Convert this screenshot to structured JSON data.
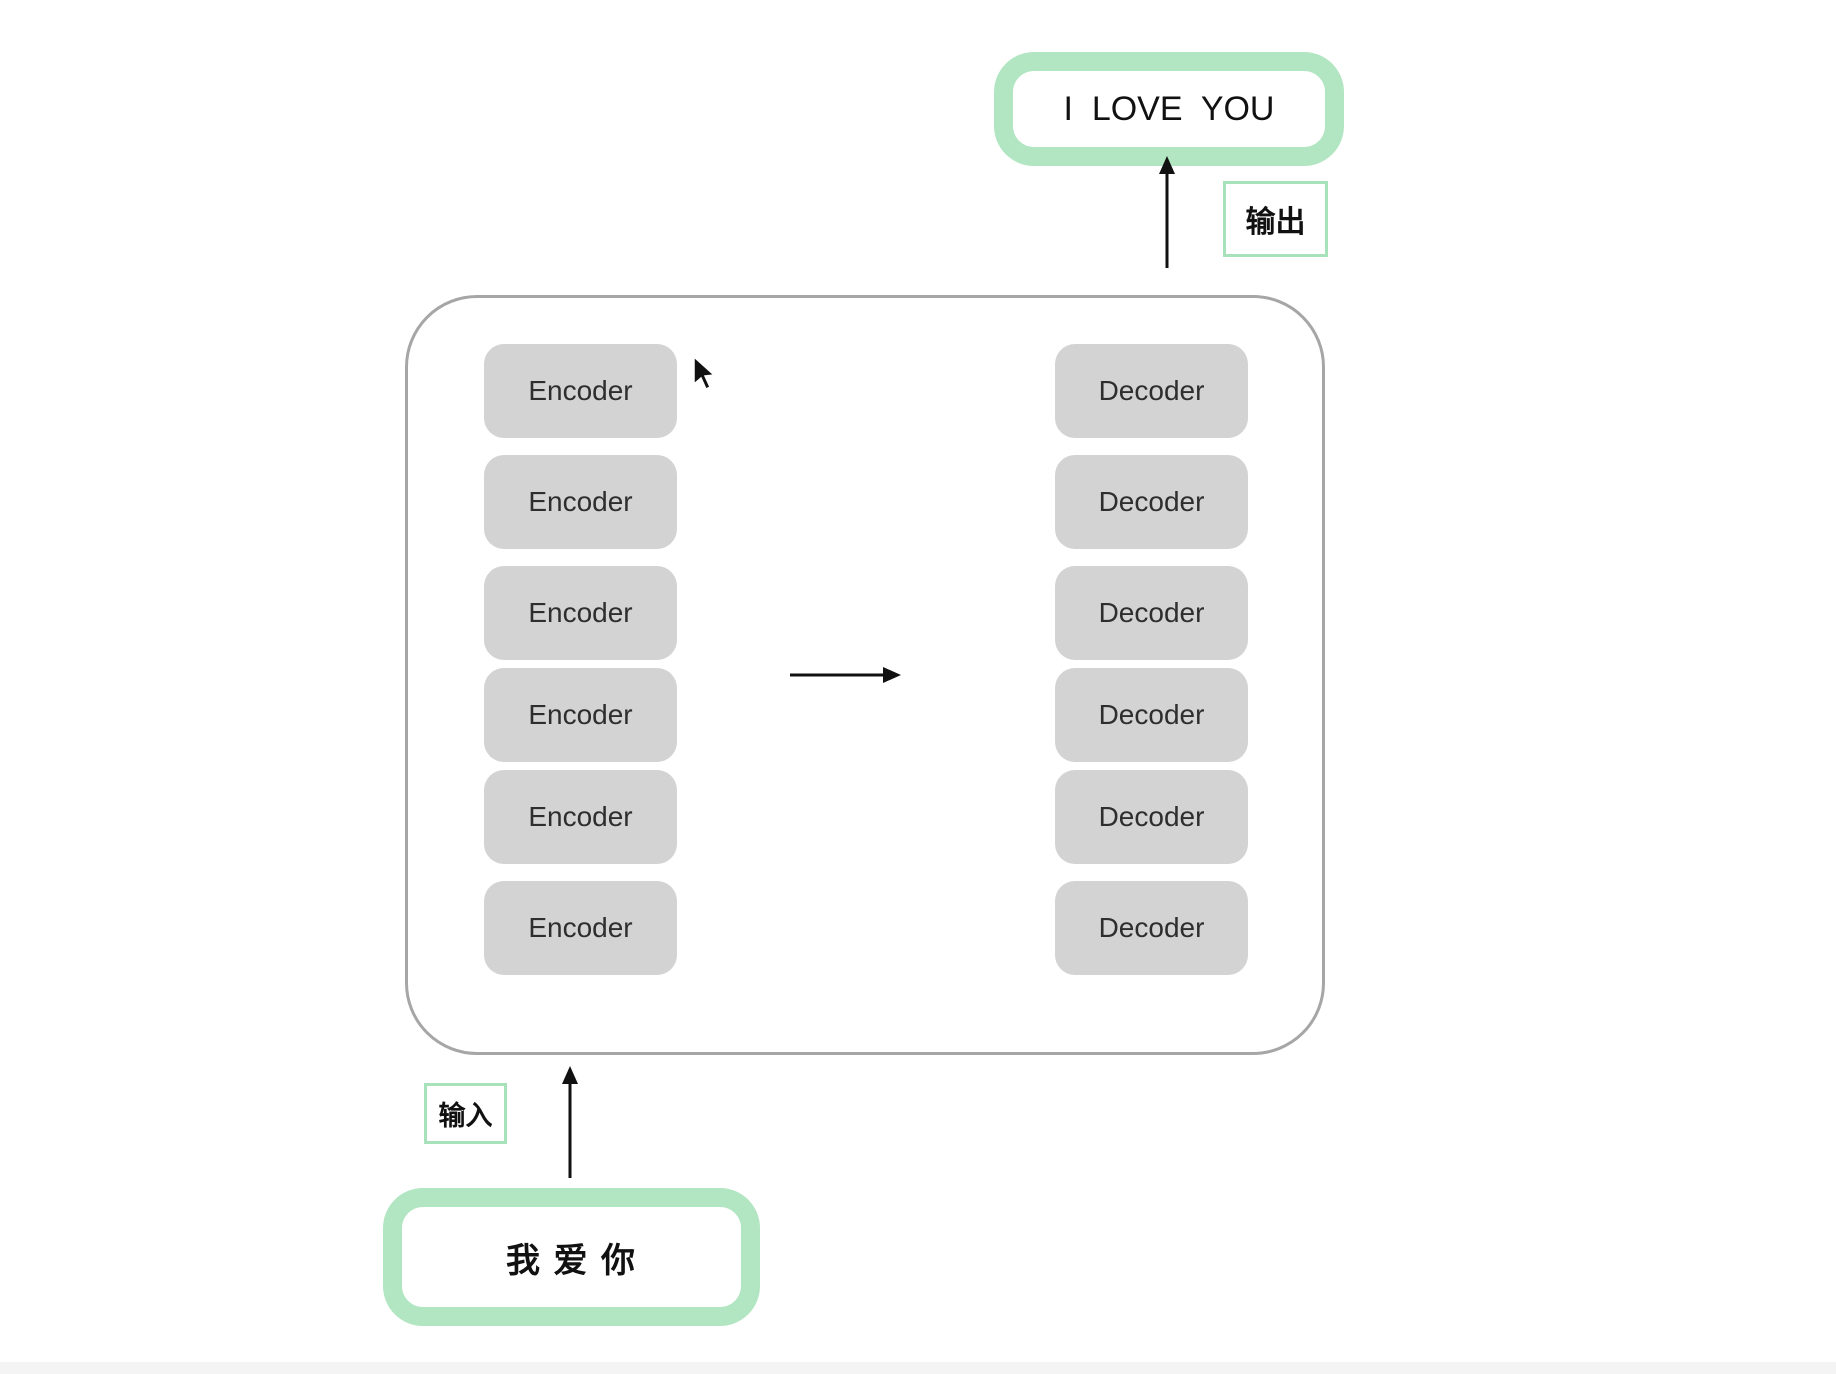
{
  "output": {
    "text": "I  LOVE  YOU",
    "tag": "输出"
  },
  "input": {
    "text": "我 爱 你",
    "tag": "输入"
  },
  "encoders": [
    "Encoder",
    "Encoder",
    "Encoder",
    "Encoder",
    "Encoder",
    "Encoder"
  ],
  "decoders": [
    "Decoder",
    "Decoder",
    "Decoder",
    "Decoder",
    "Decoder",
    "Decoder"
  ],
  "colors": {
    "token_border": "#b2e6c2",
    "tag_border": "#a8e2bb",
    "layer_fill": "#d3d3d3",
    "model_border": "#a6a6a6",
    "arrow": "#111111"
  }
}
